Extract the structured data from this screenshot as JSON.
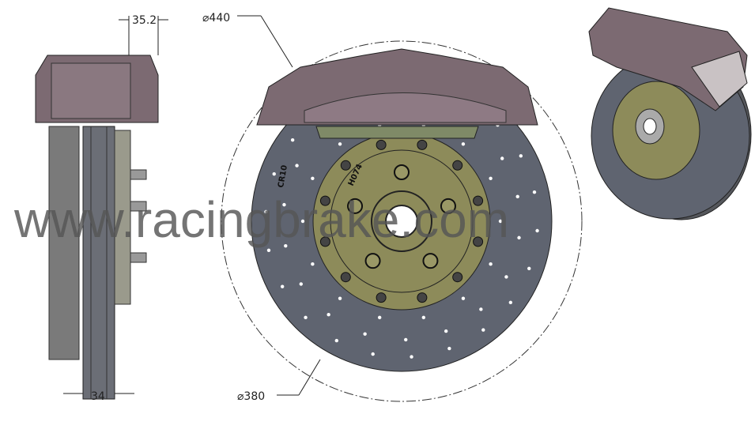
{
  "dimensions": {
    "caliper_offset": "35.2",
    "outer_diameter": "⌀440",
    "rotor_diameter": "⌀380",
    "rotor_thickness": "34"
  },
  "rotor_markings": {
    "disc_code": "CR10",
    "hat_code": "H074"
  },
  "watermark": "www.racingbrake.com",
  "colors": {
    "rotor": "#5f6470",
    "hat": "#8d8b5a",
    "caliper": "#7c6a72",
    "bracket": "#7f8a67"
  }
}
